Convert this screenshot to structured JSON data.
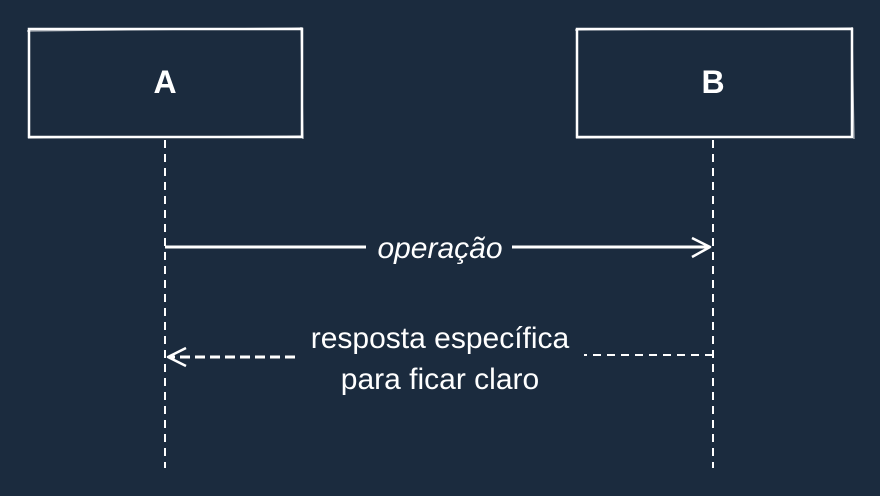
{
  "diagram": {
    "type": "sequence",
    "colors": {
      "background": "#1b2b3e",
      "stroke": "#ffffff"
    },
    "participants": [
      {
        "id": "A",
        "label": "A"
      },
      {
        "id": "B",
        "label": "B"
      }
    ],
    "messages": [
      {
        "from": "A",
        "to": "B",
        "label": "operação",
        "style": "solid",
        "italic": true
      },
      {
        "from": "B",
        "to": "A",
        "label_lines": [
          "resposta específica",
          "para ficar claro"
        ],
        "style": "dashed",
        "italic": false
      }
    ]
  }
}
